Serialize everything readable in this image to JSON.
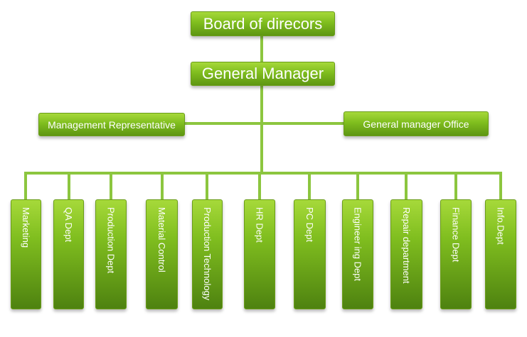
{
  "top": {
    "board": "Board of direcors",
    "manager": "General Manager"
  },
  "side": {
    "left": "Management Representative",
    "right": "General manager Office"
  },
  "departments": [
    "Marketing",
    "QA Dept",
    "Production Dept",
    "Material Control",
    "Production Technology",
    "HR Dept",
    "PC Dept",
    "Engineer ing Dept",
    "Repair department",
    "Finance Dept",
    "Info.Dept"
  ],
  "colors": {
    "line": "#8cc63f",
    "box_top": "#a6d93a",
    "box_bottom": "#5e9612"
  }
}
